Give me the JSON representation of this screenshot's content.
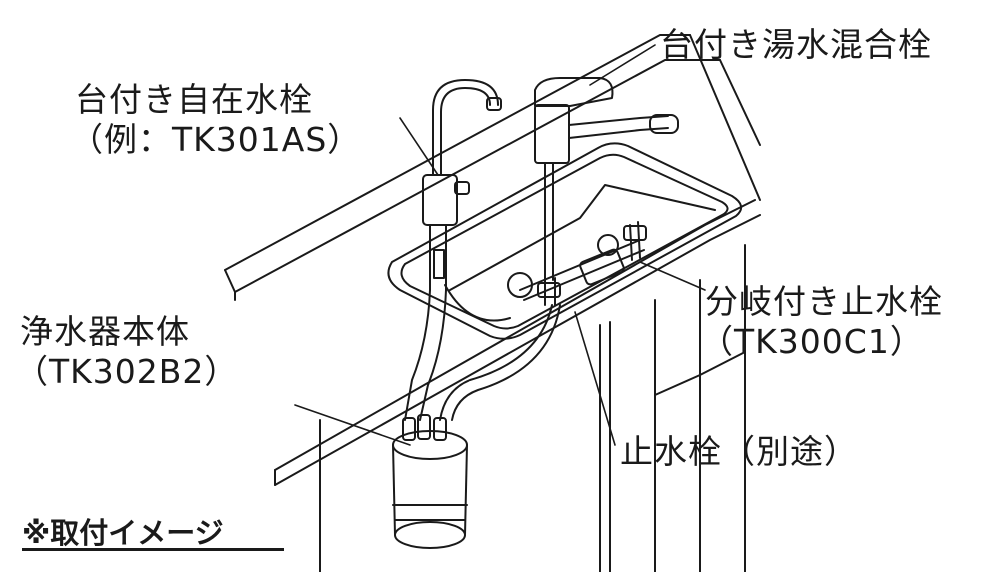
{
  "labels": {
    "mixing_faucet": "台付き湯水混合栓",
    "free_faucet": "台付き自在水栓",
    "free_faucet_example": "（例：TK301AS）",
    "purifier_body": "浄水器本体",
    "purifier_model": "（TK302B2）",
    "branch_valve": "分岐付き止水栓",
    "branch_valve_model": "（TK300C1）",
    "stop_valve": "止水栓（別途）"
  },
  "note": "※取付イメージ"
}
